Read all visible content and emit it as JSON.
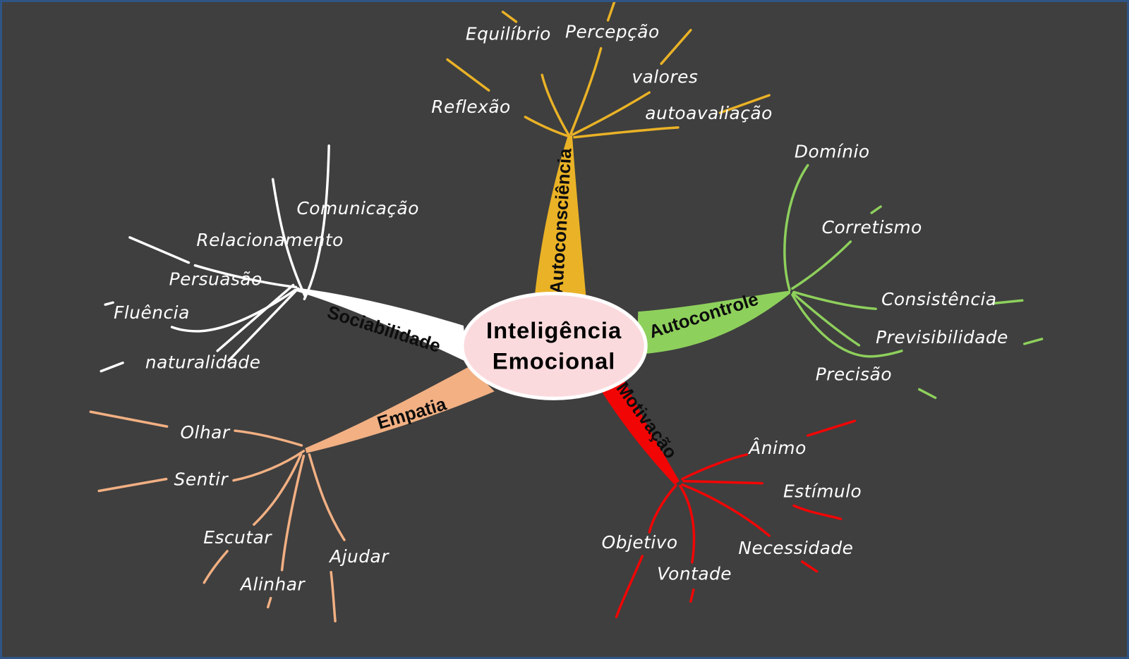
{
  "canvas": {
    "background": "#3f3f3f",
    "frame_border": "#2f5586"
  },
  "center": {
    "line1": "Inteligência",
    "line2": "Emocional",
    "fill": "#fbdade",
    "stroke": "#ffffff"
  },
  "branches": [
    {
      "name": "Autoconsciência",
      "color": "#eab226",
      "children": [
        "Equilíbrio",
        "Percepção",
        "valores",
        "Reflexão",
        "autoavaliação"
      ]
    },
    {
      "name": "Autocontrole",
      "color": "#8ed05c",
      "children": [
        "Domínio",
        "Corretismo",
        "Consistência",
        "Previsibilidade",
        "Precisão"
      ]
    },
    {
      "name": "Motivação",
      "color": "#f20505",
      "children": [
        "Ânimo",
        "Estímulo",
        "Necessidade",
        "Objetivo",
        "Vontade"
      ]
    },
    {
      "name": "Empatia",
      "color": "#f2b083",
      "children": [
        "Olhar",
        "Sentir",
        "Escutar",
        "Alinhar",
        "Ajudar"
      ]
    },
    {
      "name": "Sociabilidade",
      "color": "#ffffff",
      "children": [
        "Comunicação",
        "Relacionamento",
        "Persuasão",
        "Fluência",
        "naturalidade"
      ]
    }
  ]
}
